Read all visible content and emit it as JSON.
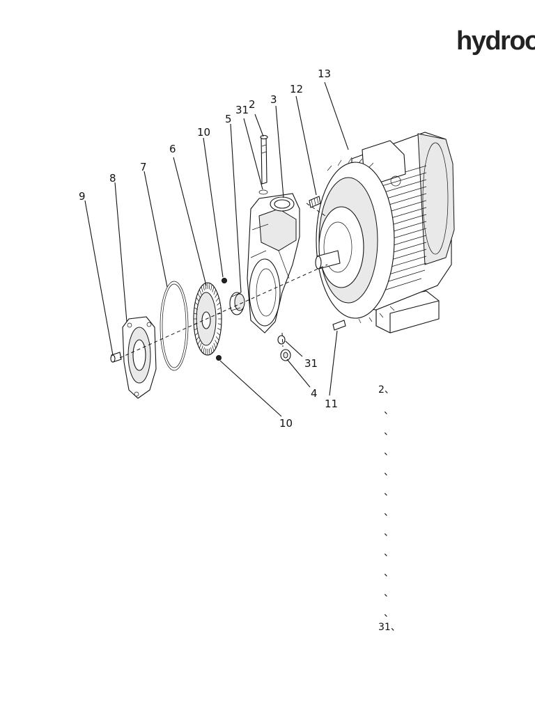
{
  "brand": {
    "logo_text": "hydroo",
    "registered_mark": "®"
  },
  "callouts": [
    {
      "id": "c9",
      "label": "9"
    },
    {
      "id": "c8",
      "label": "8"
    },
    {
      "id": "c7",
      "label": "7"
    },
    {
      "id": "c6",
      "label": "6"
    },
    {
      "id": "c10a",
      "label": "10"
    },
    {
      "id": "c5",
      "label": "5"
    },
    {
      "id": "c31a",
      "label": "31"
    },
    {
      "id": "c2",
      "label": "2"
    },
    {
      "id": "c3",
      "label": "3"
    },
    {
      "id": "c12",
      "label": "12"
    },
    {
      "id": "c13",
      "label": "13"
    },
    {
      "id": "c31b",
      "label": "31"
    },
    {
      "id": "c4",
      "label": "4"
    },
    {
      "id": "c11",
      "label": "11"
    },
    {
      "id": "c10b",
      "label": "10"
    }
  ],
  "parts_list": [
    "2、",
    "、",
    "、",
    "、",
    "、",
    "、",
    "、",
    "、",
    "、",
    "、",
    "、",
    "、",
    "31、"
  ]
}
